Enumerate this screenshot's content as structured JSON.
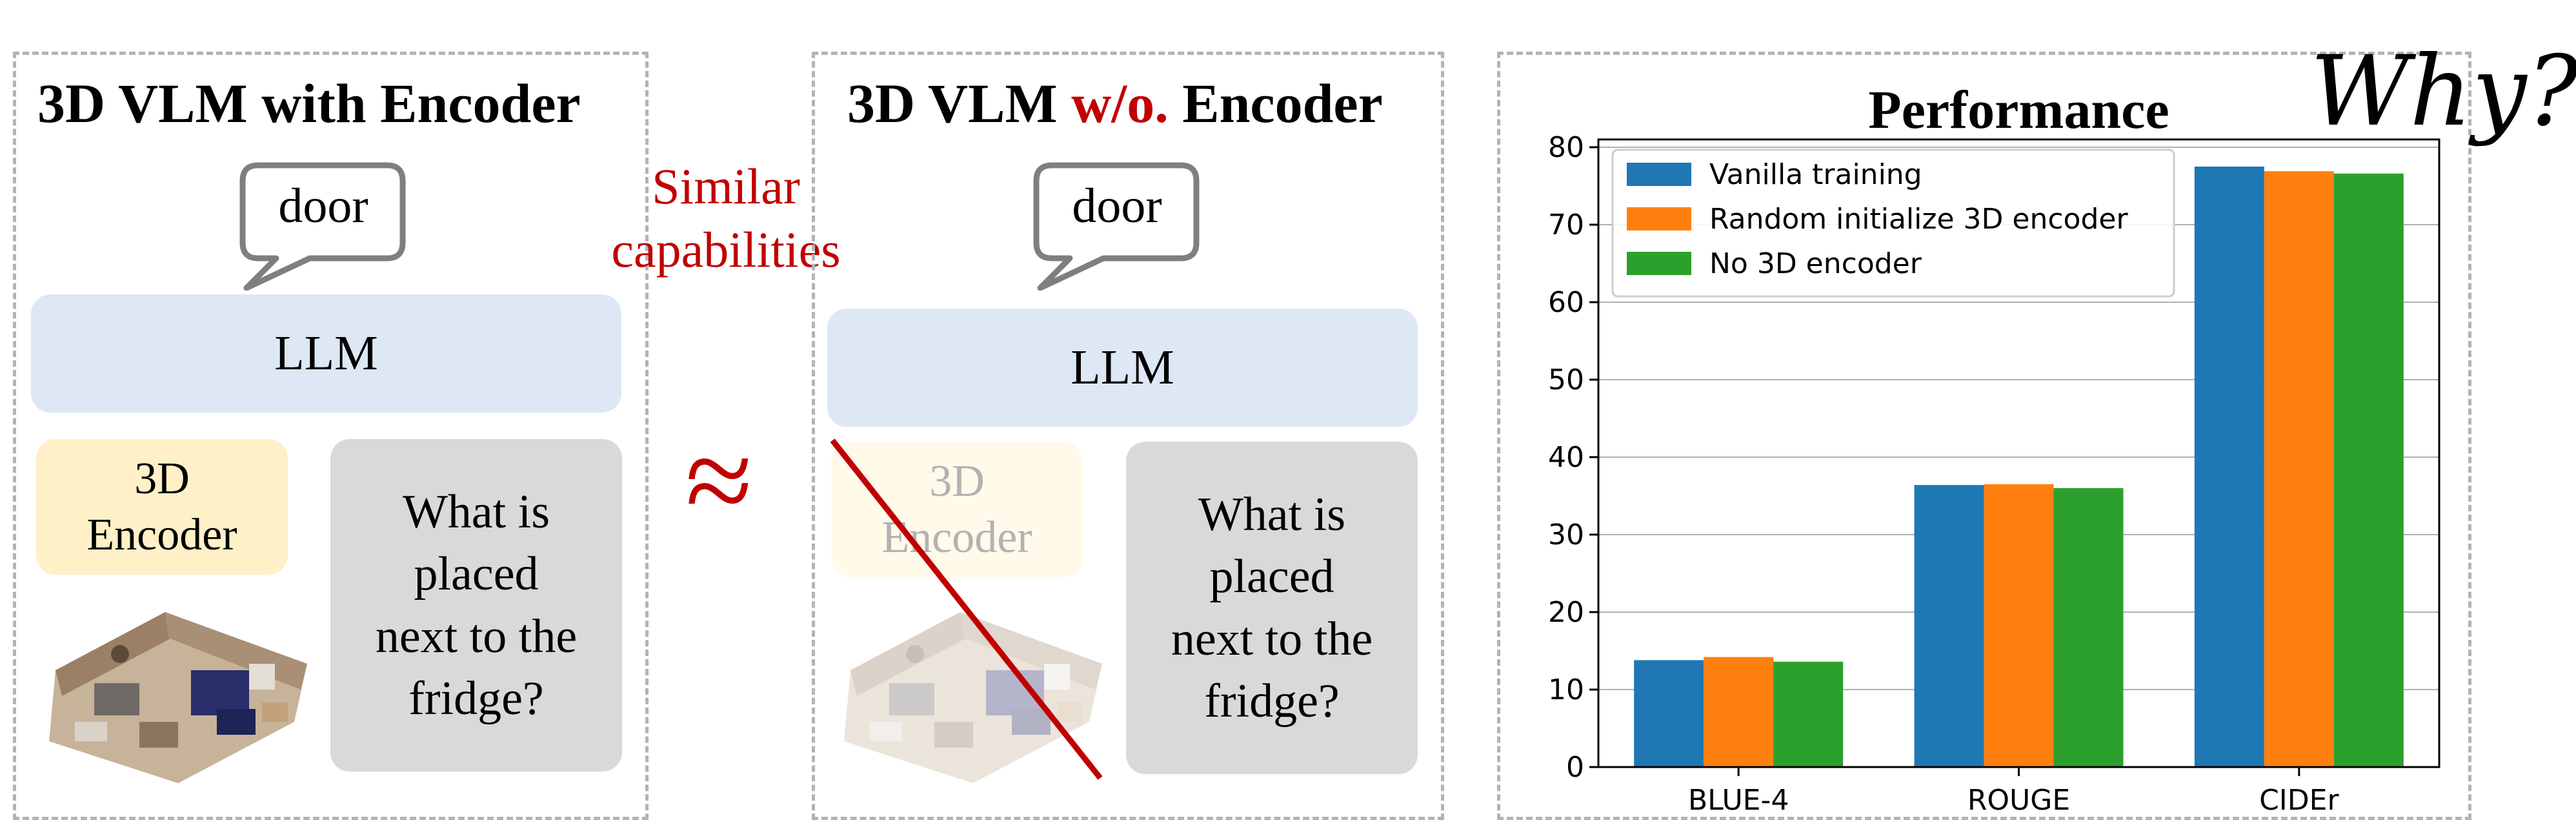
{
  "left_panel": {
    "title": "3D VLM with Encoder",
    "bubble": "door",
    "llm": "LLM",
    "encoder": "3D\nEncoder",
    "question": "What is\nplaced\nnext to the\nfridge?"
  },
  "middle": {
    "similar": "Similar\ncapabilities",
    "approx": "≈"
  },
  "right_panel": {
    "title_pre": "3D VLM ",
    "title_red": "w/o.",
    "title_post": " Encoder",
    "bubble": "door",
    "llm": "LLM",
    "encoder": "3D\nEncoder",
    "question": "What is\nplaced\nnext to the\nfridge?"
  },
  "why": "Why?",
  "colors": {
    "accent_red": "#c00000",
    "llm_box": "#dde8f4",
    "encoder_box": "#fff0c8",
    "question_box": "#d9d9d9"
  },
  "chart_data": {
    "type": "bar",
    "title": "Performance",
    "categories": [
      "BLUE-4",
      "ROUGE",
      "CIDEr"
    ],
    "series": [
      {
        "name": "Vanilla training",
        "color": "#1f77b4",
        "values": [
          13.8,
          36.4,
          77.5
        ]
      },
      {
        "name": "Random initialize 3D encoder",
        "color": "#ff7f0e",
        "values": [
          14.2,
          36.5,
          76.9
        ]
      },
      {
        "name": "No 3D encoder",
        "color": "#2ca02c",
        "values": [
          13.6,
          36.0,
          76.6
        ]
      }
    ],
    "ylim": [
      0,
      81
    ],
    "yticks": [
      "0",
      "10",
      "20",
      "30",
      "40",
      "50",
      "60",
      "70",
      "80"
    ],
    "ytick_values": [
      0,
      10,
      20,
      30,
      40,
      50,
      60,
      70,
      80
    ],
    "grid": true,
    "legend_position": "top-left"
  }
}
